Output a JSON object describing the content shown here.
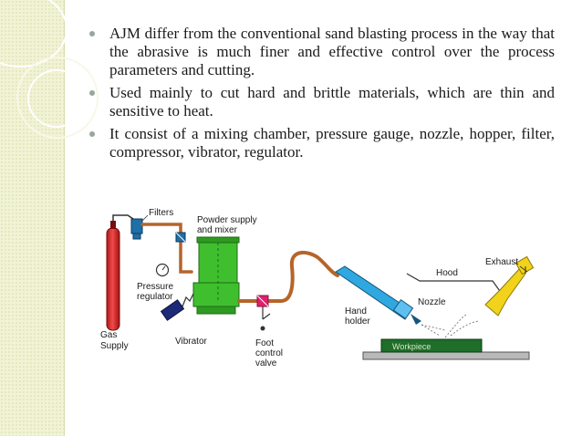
{
  "slide": {
    "bullets": [
      "AJM differ from the conventional sand blasting process in the way that the abrasive is much finer and effective control over the process parameters and cutting.",
      "Used mainly to cut hard and brittle materials, which are thin and sensitive to heat.",
      "It consist of a mixing chamber, pressure gauge, nozzle, hopper, filter, compressor, vibrator, regulator."
    ]
  },
  "diagram": {
    "labels": {
      "filters": "Filters",
      "powder_supply_1": "Powder supply",
      "powder_supply_2": "and mixer",
      "pressure_1": "Pressure",
      "pressure_2": "regulator",
      "gas_1": "Gas",
      "gas_2": "Supply",
      "vibrator": "Vibrator",
      "foot_1": "Foot",
      "foot_2": "control",
      "foot_3": "valve",
      "hand_1": "Hand",
      "hand_2": "holder",
      "nozzle": "Nozzle",
      "hood": "Hood",
      "exhaust": "Exhaust",
      "workpiece": "Workpiece"
    },
    "colors": {
      "gas_cylinder": "#e02b2b",
      "mixer": "#3fbf2e",
      "hose": "#b5652a",
      "nozzle": "#2fa7e0",
      "exhaust": "#f2d21b",
      "workpiece": "#1f6e2a",
      "valve": "#e0206e",
      "filter": "#1f6fa8"
    }
  }
}
